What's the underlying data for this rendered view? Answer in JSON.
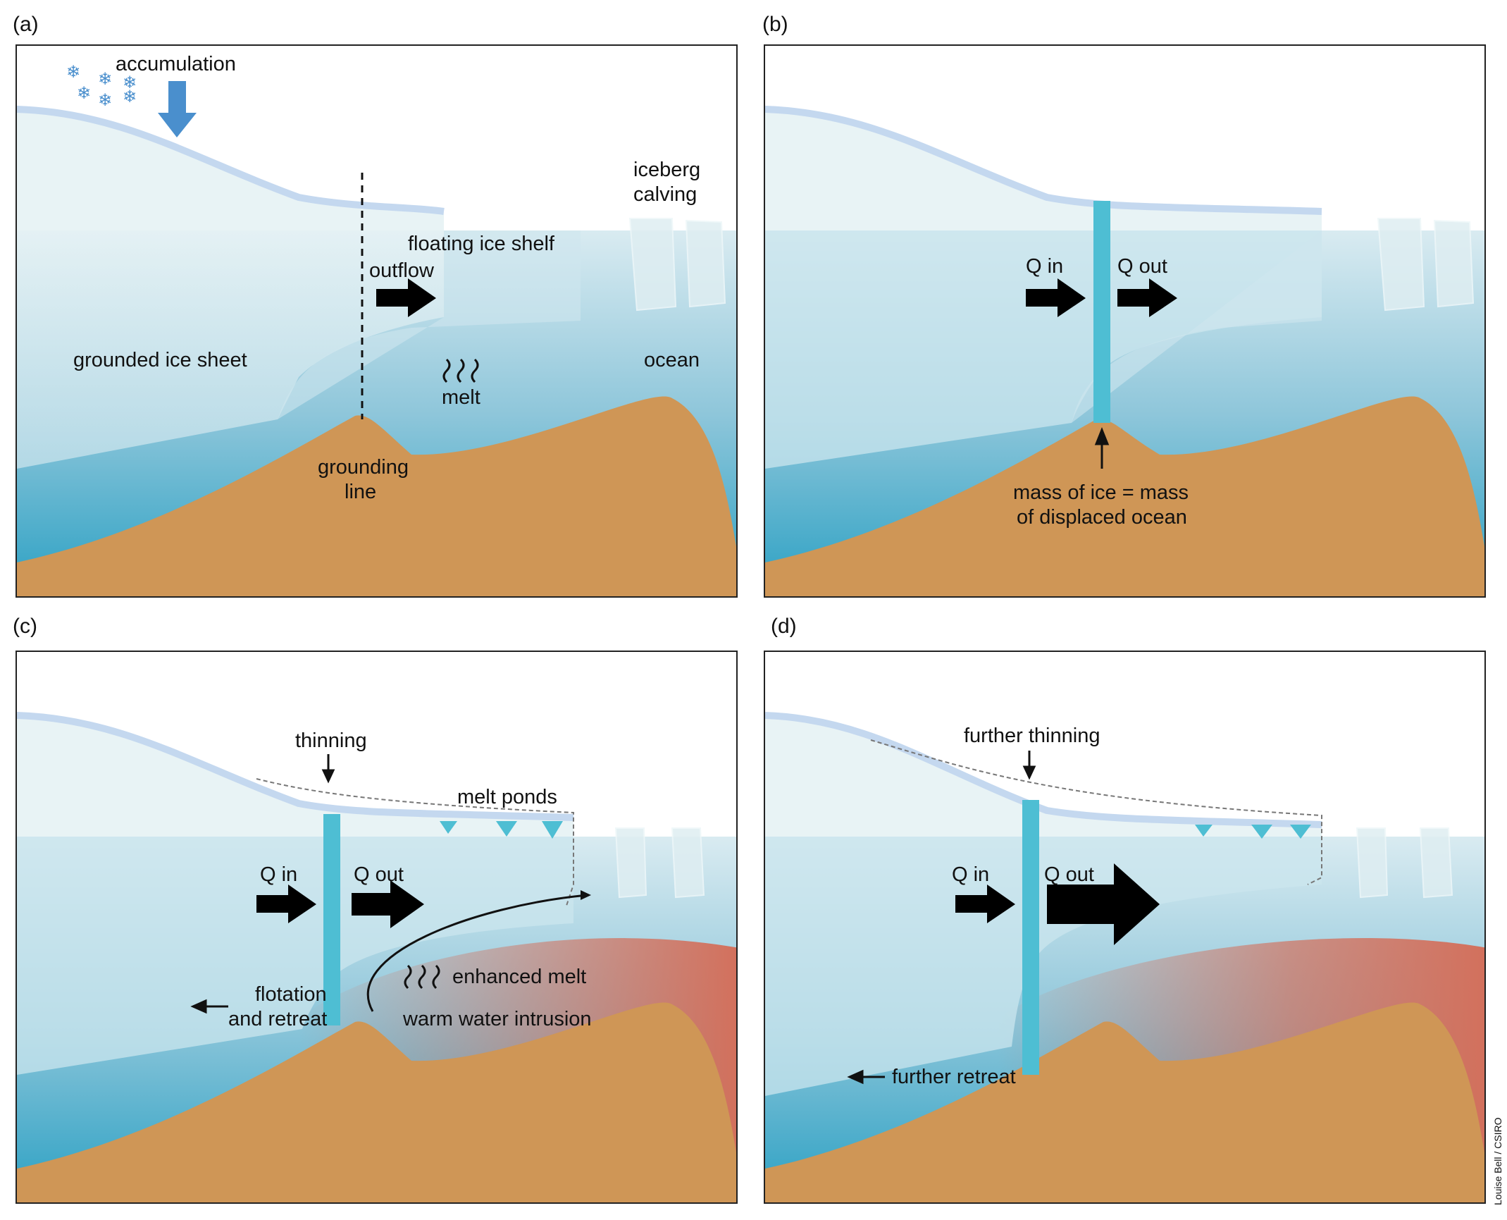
{
  "panels": [
    {
      "id": "a",
      "label": "(a)",
      "texts": {
        "accumulation": "accumulation",
        "iceberg1": "iceberg",
        "iceberg2": "calving",
        "floating": "floating ice shelf",
        "outflow": "outflow",
        "grounded": "grounded ice sheet",
        "ocean": "ocean",
        "melt": "melt",
        "grounding1": "grounding",
        "grounding2": "line"
      }
    },
    {
      "id": "b",
      "label": "(b)",
      "texts": {
        "qin": "Q in",
        "qout": "Q out",
        "mass1": "mass of ice = mass",
        "mass2": "of displaced ocean"
      }
    },
    {
      "id": "c",
      "label": "(c)",
      "texts": {
        "thinning": "thinning",
        "meltponds": "melt ponds",
        "qin": "Q in",
        "qout": "Q out",
        "enhanced": "enhanced melt",
        "flot1": "flotation",
        "flot2": "and retreat",
        "warm": "warm water intrusion"
      }
    },
    {
      "id": "d",
      "label": "(d)",
      "texts": {
        "further_thinning": "further thinning",
        "qin": "Q in",
        "qout": "Q out",
        "further_retreat": "further retreat"
      }
    }
  ],
  "credit": "Louise Bell / CSIRO",
  "colors": {
    "ice": "#e5f1f4",
    "ice_edge": "#c4d8ef",
    "ocean_top": "#d6e9ef",
    "ocean_bottom": "#1d9dc0",
    "bedrock": "#cf9656",
    "cavity": "#2f9ec3",
    "warm": "#d3705c",
    "column": "#4ebed3",
    "flow_arrow": "#000000",
    "accumulation_arrow": "#4a8fcd",
    "snowflake": "#4a8fcd"
  }
}
